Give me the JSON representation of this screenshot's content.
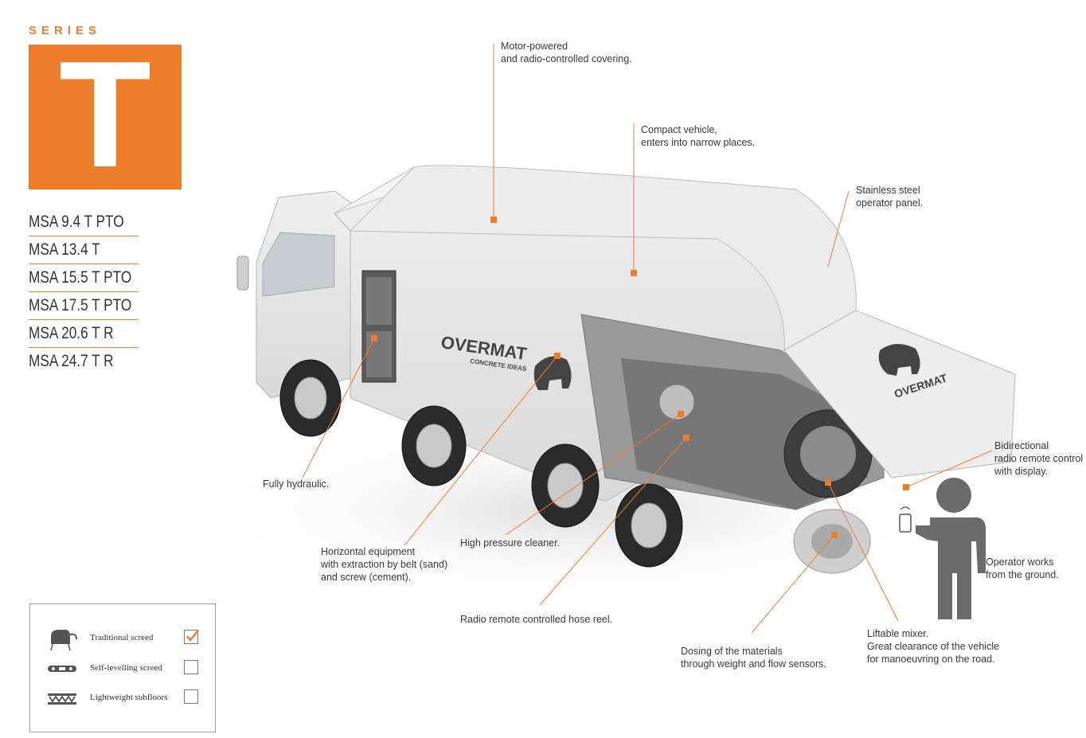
{
  "series": {
    "label": "SERIES",
    "letter": "T"
  },
  "models": [
    "MSA 9.4 T PTO",
    "MSA 13.4 T",
    "MSA 15.5 T PTO",
    "MSA 17.5 T PTO",
    "MSA 20.6 T R",
    "MSA 24.7 T R"
  ],
  "brand": {
    "name": "OVERMAT",
    "tagline": "CONCRETE IDEAS"
  },
  "callouts": {
    "covering": "Motor-powered\nand radio-controlled covering.",
    "compact": "Compact vehicle,\nenters into narrow places.",
    "panel": "Stainless steel\noperator panel.",
    "remote": "Bidirectional\nradio remote control\nwith display.",
    "operator": "Operator works\nfrom the ground.",
    "hydraulic": "Fully hydraulic.",
    "horizontal": "Horizontal equipment\nwith extraction by belt (sand)\nand screw (cement).",
    "cleaner": "High pressure cleaner.",
    "hose": "Radio remote controlled hose reel.",
    "dosing": "Dosing of the materials\nthrough weight and flow sensors.",
    "mixer": "Liftable mixer.\nGreat clearance of the vehicle\nfor manoeuvring on the road."
  },
  "legend": {
    "items": [
      {
        "label": "Traditional screed",
        "checked": true,
        "icon": "traditional-screed-icon"
      },
      {
        "label": "Self-levelling screed",
        "checked": false,
        "icon": "self-levelling-screed-icon"
      },
      {
        "label": "Lightweight subfloors",
        "checked": false,
        "icon": "lightweight-subfloors-icon"
      }
    ]
  },
  "colors": {
    "accent": "#ee7d2b",
    "text": "#333333",
    "truck": "#e4e4e4",
    "figure": "#6b6b6b"
  }
}
